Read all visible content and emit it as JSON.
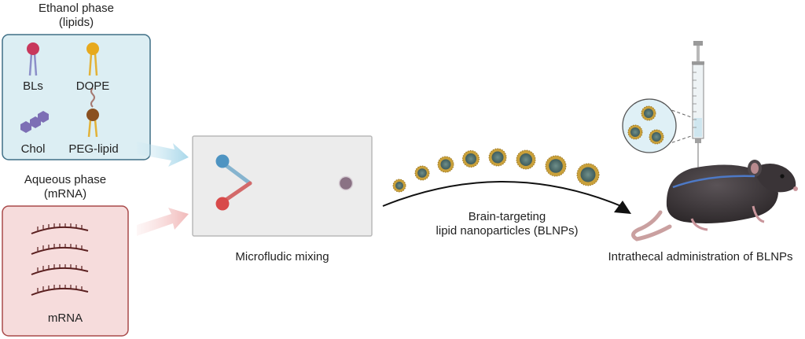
{
  "ethanol": {
    "title_line1": "Ethanol phase",
    "title_line2": "(lipids)",
    "items": [
      {
        "label": "BLs",
        "icon": "bl-lipid-icon"
      },
      {
        "label": "DOPE",
        "icon": "dope-lipid-icon"
      },
      {
        "label": "Chol",
        "icon": "cholesterol-icon"
      },
      {
        "label": "PEG-lipid",
        "icon": "peg-lipid-icon"
      }
    ],
    "box_fill": "#dceef3",
    "box_stroke": "#3f6f86"
  },
  "aqueous": {
    "title_line1": "Aqueous phase",
    "title_line2": "(mRNA)",
    "item_label": "mRNA",
    "box_fill": "#f6dcdc",
    "box_stroke": "#a94a4a"
  },
  "mixing": {
    "caption": "Microfludic mixing"
  },
  "nanoparticles": {
    "caption_line1": "Brain-targeting",
    "caption_line2": "lipid nanoparticles (BLNPs)"
  },
  "administration": {
    "caption": "Intrathecal administration of BLNPs"
  }
}
